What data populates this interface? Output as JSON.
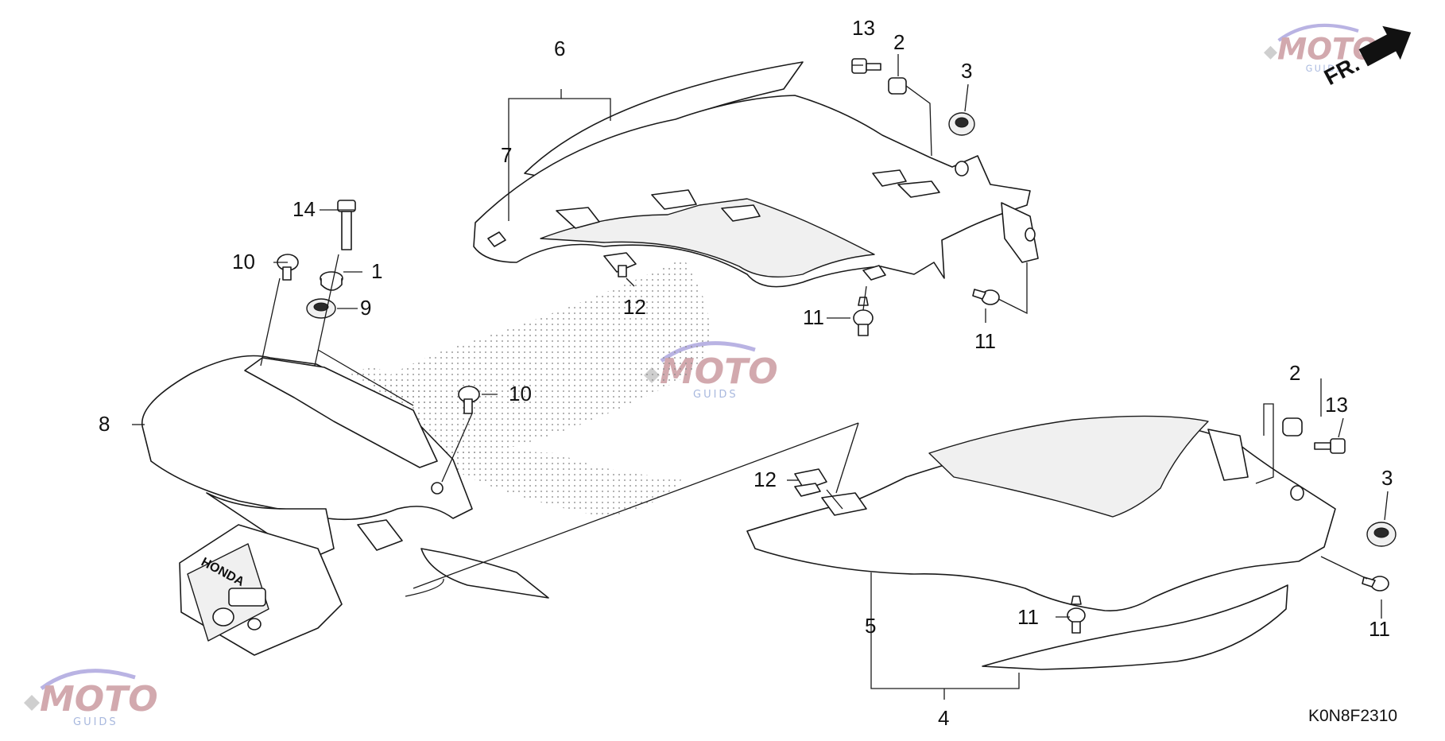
{
  "diagram": {
    "code": "K0N8F2310",
    "direction_label": "FR.",
    "callouts": [
      "1",
      "2",
      "2",
      "3",
      "3",
      "4",
      "5",
      "6",
      "7",
      "8",
      "9",
      "10",
      "10",
      "11",
      "11",
      "11",
      "11",
      "12",
      "12",
      "13",
      "13",
      "14"
    ],
    "brand_marking": "HONDA"
  },
  "watermark": {
    "text": "MOTO",
    "subtext": "Guids",
    "colors": {
      "moto": "#d2a9ae",
      "guids": "#a8b8de",
      "swoosh": "#b9b3e3"
    }
  }
}
